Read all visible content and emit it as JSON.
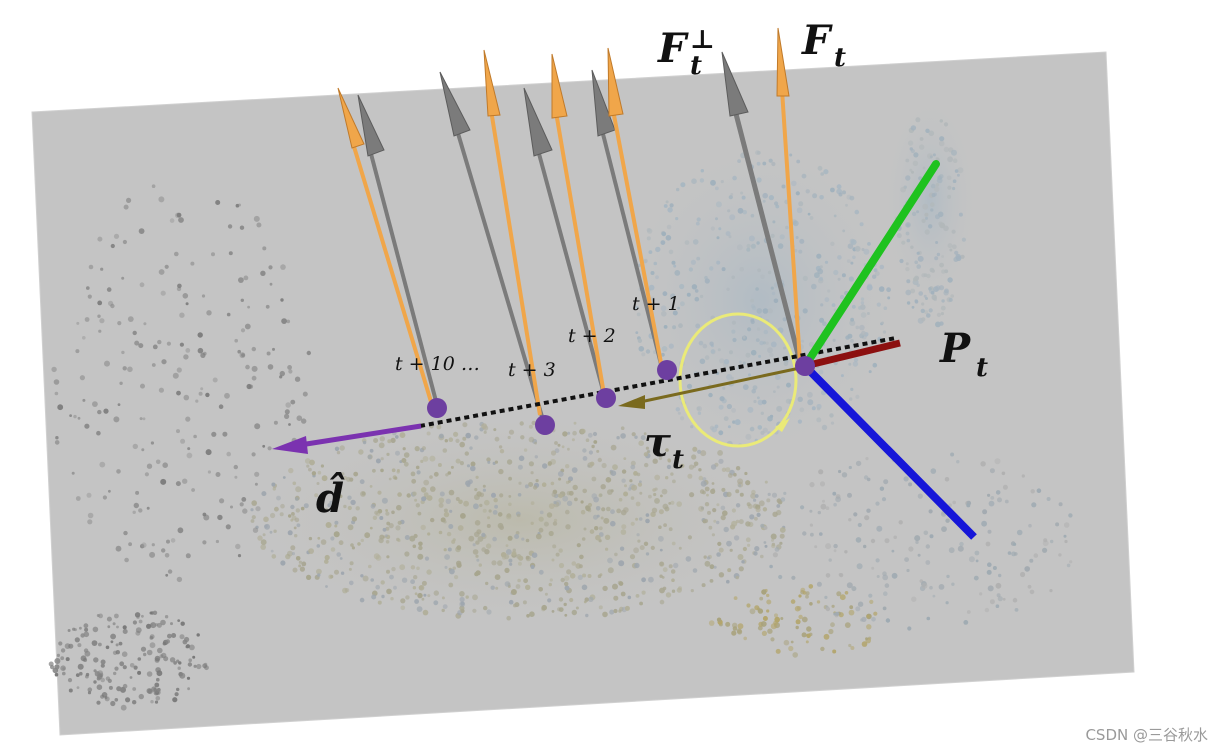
{
  "labels": {
    "f_perp_main": "F",
    "f_perp_sup": "⊥",
    "f_perp_sub": "t",
    "f_main": "F",
    "f_sub": "t",
    "p_main": "P",
    "p_sub": "t",
    "tau_main": "τ",
    "tau_sub": "t",
    "d_hat": "d̂",
    "step_10": "t + 10 …",
    "step_3": "t + 3",
    "step_2": "t + 2",
    "step_1": "t + 1"
  },
  "watermark": "CSDN @三谷秋水",
  "colors": {
    "plane": "#c4c4c4",
    "orange_arrow": "#f0a64a",
    "gray_arrow": "#7b7b7b",
    "axis_green": "#1fc21f",
    "axis_red": "#8c1010",
    "axis_blue": "#1616d8",
    "point": "#6d3fa0",
    "d_hat_arrow": "#7b32b0",
    "torque_arrow": "#7a6a1e",
    "rotation_circle": "#eaea78"
  }
}
